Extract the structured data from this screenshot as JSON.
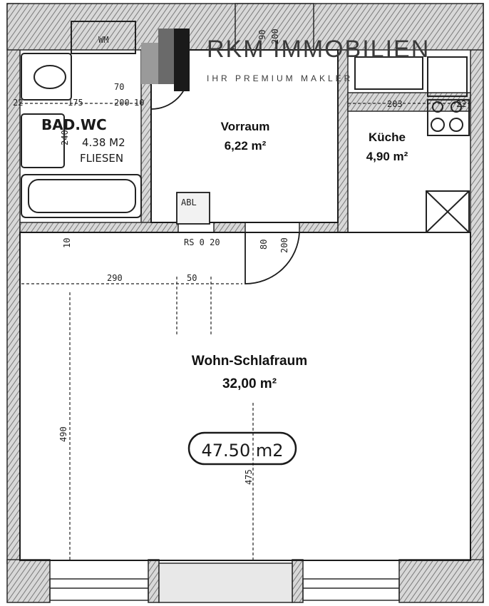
{
  "brand": {
    "name": "RKM IMMOBILIEN",
    "tagline": "IHR PREMIUM MAKLER"
  },
  "rooms": {
    "vorraum": {
      "name": "Vorraum",
      "area": "6,22 m²"
    },
    "kueche": {
      "name": "Küche",
      "area": "4,90 m²"
    },
    "wohn": {
      "name": "Wohn-Schlafraum",
      "area": "32,00 m²"
    },
    "bad": {
      "name": "BAD.WC",
      "area": "4.38 M2",
      "floor": "FLIESEN"
    }
  },
  "total_area": "47.50 m2",
  "dimensions": {
    "d_22a": "22",
    "d_175": "175",
    "d_200a": "200",
    "d_70": "70",
    "d_10a": "10",
    "d_203": "203",
    "d_22b": "22",
    "d_200b": "200",
    "d_90top": "90",
    "d_rs": "RS 0 20",
    "d_80": "80",
    "d_200c": "200",
    "d_10b": "10",
    "d_290": "290",
    "d_50": "50",
    "d_490": "490",
    "d_475": "475",
    "d_240": "240",
    "d_wm": "WM",
    "d_abl": "ABL"
  },
  "colors": {
    "wall": "#2a2a2a",
    "hatch": "#8a8a8a",
    "paper": "#ffffff"
  }
}
